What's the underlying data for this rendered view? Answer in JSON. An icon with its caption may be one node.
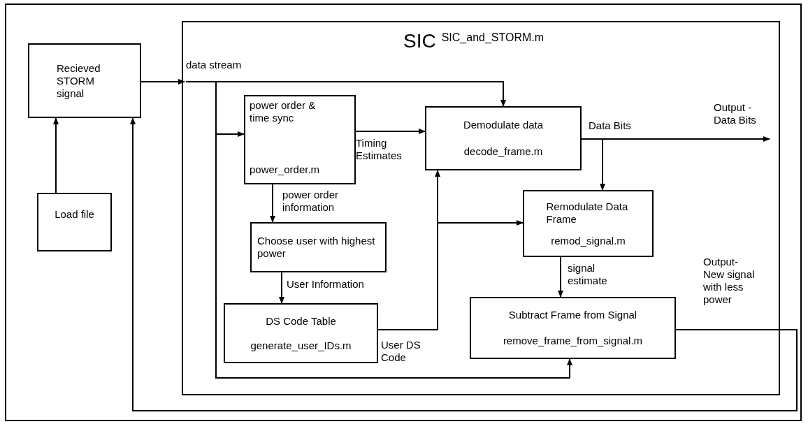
{
  "diagram": {
    "nodes": [
      {
        "text": [
          "Recieved STORM signal"
        ]
      },
      {
        "text": [
          "Load file"
        ]
      },
      {
        "text": [
          "SIC",
          "SIC_and_STORM.m"
        ]
      },
      {
        "text": [
          "power order & time sync",
          "power_order.m"
        ],
        "in": 2
      },
      {
        "text": [
          "Demodulate data",
          "decode_frame.m"
        ],
        "in": 2
      },
      {
        "text": [
          "Choose user with highest power"
        ],
        "in": 2
      },
      {
        "text": [
          "Remodulate Data Frame",
          "remod_signal.m"
        ],
        "in": 2
      },
      {
        "text": [
          "DS Code Table",
          "generate_user_IDs.m"
        ],
        "in": 2
      },
      {
        "text": [
          "Subtract Frame from Signal",
          "remove_frame_from_signal.m"
        ],
        "in": 2
      },
      {
        "text": [
          "data stream"
        ],
        "in": 2
      }
    ],
    "edges": [
      {
        "from": 0,
        "to": 9,
        "arrow": "to"
      },
      {
        "from": 1,
        "to": 0,
        "arrow": "to"
      },
      {
        "from": 9,
        "to": 4,
        "arrow": "to"
      },
      {
        "from": 9,
        "to": 3,
        "arrow": "to"
      },
      {
        "from": 9,
        "to": 8,
        "arrow": "to"
      },
      {
        "from": 3,
        "to": 4,
        "arrow": "to",
        "label": "Timing Estimates"
      },
      {
        "from": 3,
        "to": 5,
        "arrow": "to",
        "label": "power order information"
      },
      {
        "from": 5,
        "to": 7,
        "arrow": "to",
        "label": "User Information"
      },
      {
        "from": 7,
        "to": 4,
        "arrow": "to",
        "label": "User DS Code"
      },
      {
        "from": 7,
        "to": 6,
        "arrow": "to"
      },
      {
        "from": 4,
        "to": 6,
        "arrow": "to"
      },
      {
        "from": 4,
        "to": null,
        "arrow": "to",
        "label": "Data Bits"
      },
      {
        "from": 6,
        "to": 8,
        "arrow": "to",
        "label": "signal estimate"
      },
      {
        "from": 8,
        "to": 0,
        "arrow": "to",
        "label": "Output- New signal with less power"
      }
    ],
    "labels": [
      "Output - Data Bits"
    ]
  }
}
